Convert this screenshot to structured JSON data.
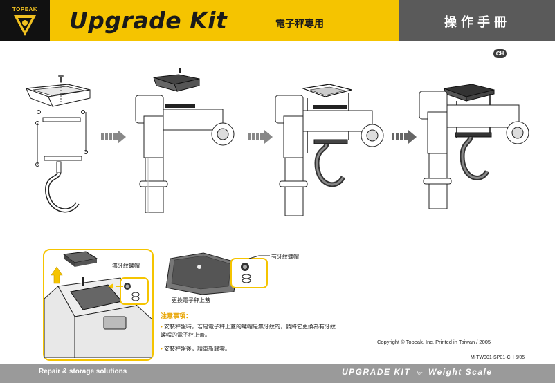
{
  "header": {
    "brand": "TOPEAK",
    "title": "Upgrade Kit",
    "subtitle": "電子秤專用",
    "manual_label": "操作手冊",
    "language_badge": "CH"
  },
  "detail": {
    "label_plain_nut": "無牙紋螺帽",
    "label_threaded_nut": "有牙紋螺帽",
    "label_replace_cover": "更換電子秤上蓋"
  },
  "notes": {
    "title": "注意事項：",
    "items": [
      "安裝秤盤時，若是電子秤上蓋的螺帽是無牙紋的，請將它更換為有牙紋螺帽的電子秤上蓋。",
      "安裝秤盤後，請重新歸零。"
    ]
  },
  "copyright": "Copyright © Topeak, Inc.  Printed in Taiwan / 2005",
  "doc_number": "M-TW001-SP01-CH 5/05",
  "footer": {
    "left": "Repair & storage solutions",
    "right_main": "UPGRADE KIT",
    "right_for": "for",
    "right_product": "Weight Scale"
  },
  "colors": {
    "accent_yellow": "#f5c400",
    "dark": "#111111",
    "header_grey": "#5a5a5a",
    "footer_grey": "#9a9a9a"
  }
}
